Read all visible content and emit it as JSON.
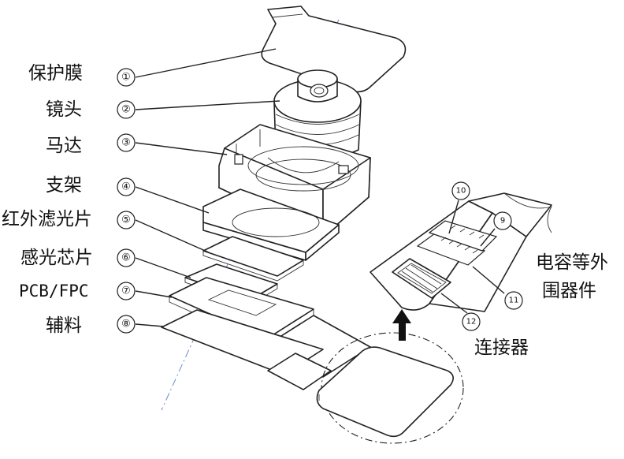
{
  "parts": [
    {
      "num": "①",
      "label": "保护膜"
    },
    {
      "num": "②",
      "label": "镜头"
    },
    {
      "num": "③",
      "label": "马达"
    },
    {
      "num": "④",
      "label": "支架"
    },
    {
      "num": "⑤",
      "label": "红外滤光片"
    },
    {
      "num": "⑥",
      "label": "感光芯片"
    },
    {
      "num": "⑦",
      "label": "PCB/FPC"
    },
    {
      "num": "⑧",
      "label": "辅料"
    }
  ],
  "detail": {
    "n9": "9",
    "n10": "10",
    "n11": "11",
    "n12": "12",
    "label_passive_line1": "电容等外",
    "label_passive_line2": "围器件",
    "label_connector": "连接器"
  }
}
